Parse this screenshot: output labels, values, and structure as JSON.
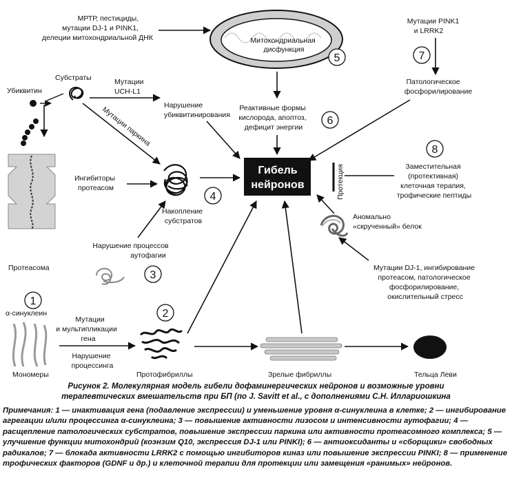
{
  "labels": {
    "mptp": [
      "МРТР, пестициды,",
      "мутации DJ-1 и PINK1,",
      "делеции митохондриальной ДНК"
    ],
    "mito": [
      "Митохондриальная",
      "дисфункция"
    ],
    "pink_lrrk": [
      "Мутации PINK1",
      "и LRRK2"
    ],
    "substrates": "Субстраты",
    "ubiquitin": "Убиквитин",
    "uchl1": [
      "Мутации",
      "UCH-L1"
    ],
    "ub_disruption": [
      "Нарушение",
      "убиквитинирования"
    ],
    "ros": [
      "Реактивные формы",
      "кислорода, апоптоз,",
      "дефицит энергии"
    ],
    "patho_phos": [
      "Патологическое",
      "фосфорилирование"
    ],
    "parkin": "Мутации паркина",
    "death": [
      "Гибель",
      "нейронов"
    ],
    "protection": "Протекция",
    "inhib_proteasome": [
      "Ингибиторы",
      "протеасом"
    ],
    "accumulation": [
      "Накопление",
      "субстратов"
    ],
    "substitution": [
      "Заместительная",
      "(протективная)",
      "клеточная терапия,",
      "трофические пептиды"
    ],
    "misfolded": [
      "Аномально",
      "«скрученный» белок"
    ],
    "autophagy": [
      "Нарушение процессов",
      "аутофагии"
    ],
    "proteasome": "Протеасома",
    "dj1": [
      "Мутации DJ-1, ингибирование",
      "протеасом, патологическое",
      "фосфорилирование,",
      "окислительный стресс"
    ],
    "alpha_syn": "α-синуклеин",
    "mutations_mult": [
      "Мутации",
      "и мультипликации",
      "гена"
    ],
    "processing": [
      "Нарушение",
      "процессинга"
    ],
    "monomers": "Мономеры",
    "protofibrils": "Протофибриллы",
    "mature_fibrils": "Зрелые фибриллы",
    "lewy": "Тельца Леви"
  },
  "numbers": [
    "1",
    "2",
    "3",
    "4",
    "5",
    "6",
    "7",
    "8"
  ],
  "caption": {
    "line1": "Рисунок 2. Молекулярная модель гибели дофаминергических нейронов и возможные уровни",
    "line2": "терапевтических вмешательств при БП (по J. Savitt et al., с дополнениями С.Н. Иллариошкина"
  },
  "notes": "Примечания: 1 — инактивация гена (подавление экспрессии) и уменьшение уровня α-синуклеина в клетке; 2 — ингибирование агрегации и/или процессинга α-синуклеина; 3 — повышение активности лизосом и интенсивности аутофагии; 4 — расщепление патологических субстратов, повышение экспрессии паркина или активности протеасомного комплекса; 5 — улучшение функции митохондрий (коэнзим Q10, экспрессия DJ-1 или PINKI); 6 — антиоксиданты и «сборщики» свободных радикалов; 7 — блокада активности LRRK2 с помощью ингибиторов киназ или повышение экспрессии PINKI; 8 — применение трофических факторов (GDNF и др.) и клеточной терапии для протекции или замещения «ранимых» нейронов."
}
